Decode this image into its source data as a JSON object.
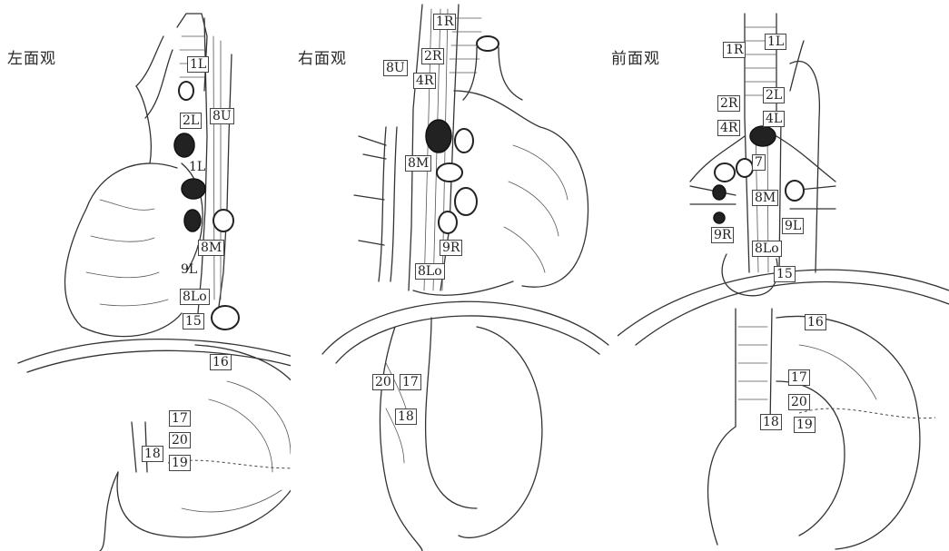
{
  "views": {
    "left": {
      "title": "左面观",
      "labels": {
        "l1L": "1L",
        "l2L": "2L",
        "l8U": "8U",
        "l1L_b": "1L",
        "l8M": "8M",
        "l9L": "9L",
        "l8Lo": "8Lo",
        "l15": "15",
        "l16": "16",
        "l17": "17",
        "l20": "20",
        "l18": "18",
        "l19": "19"
      }
    },
    "right": {
      "title": "右面观",
      "labels": {
        "r1R": "1R",
        "r2R": "2R",
        "r8U": "8U",
        "r4R": "4R",
        "r8M": "8M",
        "r9R": "9R",
        "r8Lo": "8Lo",
        "r20": "20",
        "r17": "17",
        "r18": "18"
      }
    },
    "front": {
      "title": "前面观",
      "labels": {
        "f1R": "1R",
        "f1L": "1L",
        "f2R": "2R",
        "f2L": "2L",
        "f4R": "4R",
        "f4L": "4L",
        "f7": "7",
        "f8M": "8M",
        "f9R": "9R",
        "f9L": "9L",
        "f8Lo": "8Lo",
        "f15": "15",
        "f16": "16",
        "f17": "17",
        "f20": "20",
        "f18": "18",
        "f19": "19"
      }
    }
  }
}
